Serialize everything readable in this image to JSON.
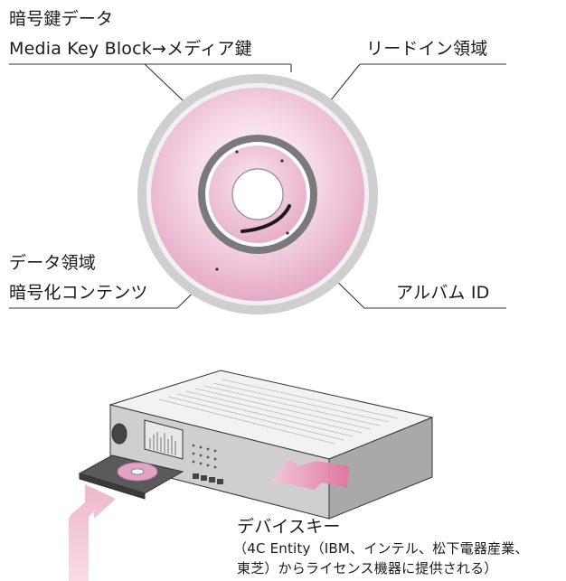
{
  "disc_labels": {
    "mkb_line1": "暗号鍵データ",
    "mkb_line2": "Media Key Block→メディア鍵",
    "lead_in": "リードイン領域",
    "data_line1": "データ領域",
    "data_line2": "暗号化コンテンツ",
    "album_id": "アルバム ID"
  },
  "device_labels": {
    "title": "デバイスキー",
    "note_line1": "（4C Entity（IBM、インテル、松下電器産業、",
    "note_line2": "東芝）からライセンス機器に提供される）"
  },
  "colors": {
    "disc_outer_ring": "#d4d4d4",
    "disc_pink": "#e9a9c6",
    "disc_dark_ring": "#7d7d7d",
    "arrow_pink": "#eeb7cc",
    "arrow_pink_strong": "#e27ba8",
    "device_body": "#cfcfcf",
    "leader_line": "#333333"
  }
}
